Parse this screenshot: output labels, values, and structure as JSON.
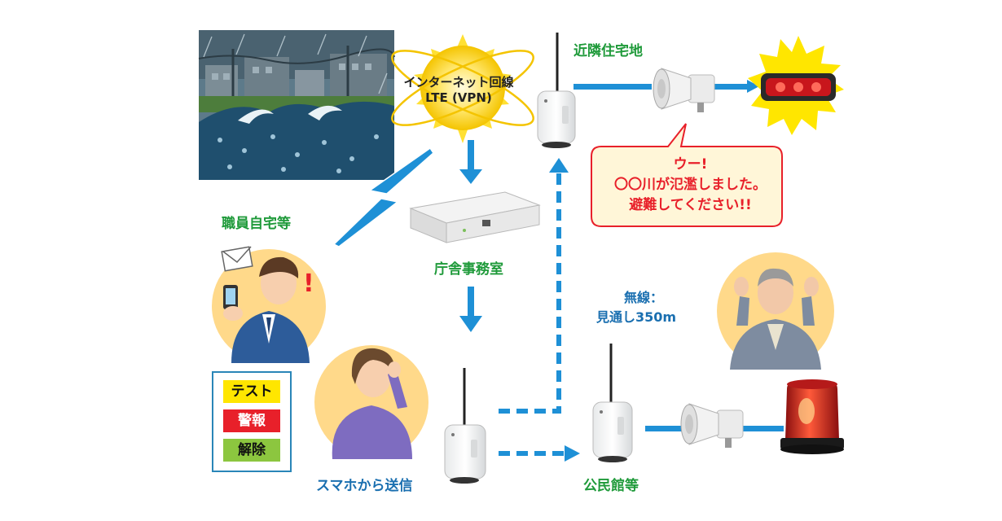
{
  "cloud": {
    "line1": "インターネット回線",
    "line2": "LTE (VPN)"
  },
  "labels": {
    "neighborhood": "近隣住宅地",
    "staff_home": "職員自宅等",
    "office": "庁舎事務室",
    "wireless_line1": "無線：",
    "wireless_line2": "見通し350m",
    "smartphone": "スマホから送信",
    "community_hall": "公民館等"
  },
  "bubble": {
    "line1": "ウー!",
    "line2": "〇〇川が氾濫しました。",
    "line3": "避難してください!!"
  },
  "legend": {
    "test": "テスト",
    "alarm": "警報",
    "release": "解除"
  },
  "colors": {
    "flow_blue": "#1e90d6",
    "label_green": "#1f9a3a",
    "alarm_red": "#e8202a",
    "legend_yellow": "#ffe600",
    "legend_green": "#8cc63f"
  },
  "icons": [
    "lightning-icon",
    "mail-icon",
    "exclamation-icon",
    "siren-icon",
    "speaker-icon",
    "warning-light-icon"
  ]
}
